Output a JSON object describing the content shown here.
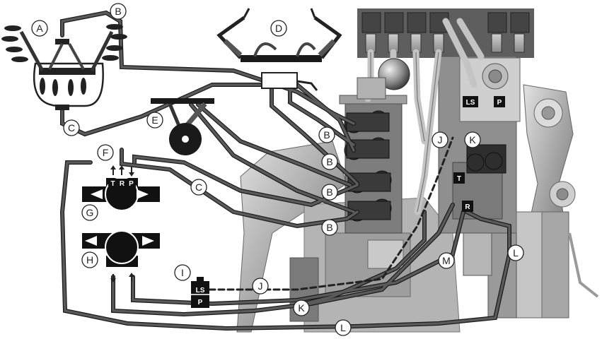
{
  "callouts": {
    "a": "A",
    "b": "B",
    "c": "C",
    "d": "D",
    "e": "E",
    "f": "F",
    "g": "G",
    "h": "H",
    "i": "I",
    "j": "J",
    "k": "K",
    "l": "L",
    "m": "M"
  },
  "ports": {
    "t": "T",
    "r": "R",
    "p": "P",
    "ls": "LS"
  },
  "colors": {
    "hose": "#555555",
    "hose_outline": "#1a1a1a",
    "machine_dark": "#6a6a6a",
    "machine_mid": "#a9a9a9",
    "machine_light": "#d4d4d4",
    "port_label_bg": "#111111"
  }
}
